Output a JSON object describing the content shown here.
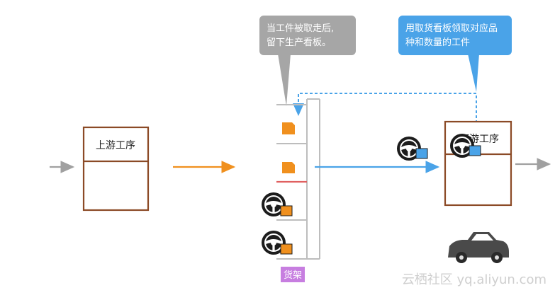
{
  "callout_left": {
    "line1": "当工件被取走后,",
    "line2": "留下生产看板。",
    "color": "#a6a6a6"
  },
  "callout_right": {
    "line1": "用取货看板领取对应品",
    "line2": "种和数量的工件",
    "color": "#4aa3e8"
  },
  "upstream": {
    "label": "上游工序"
  },
  "downstream": {
    "label": "下游工序"
  },
  "shelf": {
    "label": "货架",
    "color": "#c77ee0"
  },
  "watermark": {
    "text": "云栖社区 yq.aliyun.com"
  },
  "colors": {
    "box_border": "#8b4a26",
    "orange": "#f0901e",
    "blue": "#4aa3e8",
    "gray_arrow": "#a0a0a0",
    "red_line": "#e06060"
  }
}
